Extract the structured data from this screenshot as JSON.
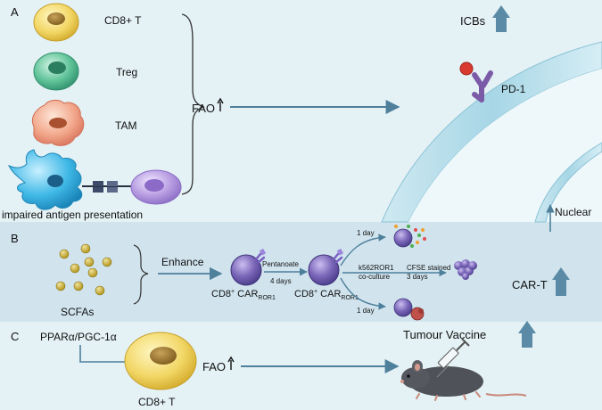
{
  "panels": {
    "a": {
      "letter": "A",
      "cells": [
        "CD8+ T",
        "Treg",
        "TAM"
      ],
      "antigen_caption": "impaired antigen presentation",
      "fao_label": "FAO",
      "icbs_label": "ICBs",
      "pd1_label": "PD-1",
      "nuclear_label": "Nuclear"
    },
    "b": {
      "letter": "B",
      "scfas_label": "SCFAs",
      "enhance_label": "Enhance",
      "car_prefix": "CD8",
      "car_sup": "+",
      "car_mid": " CAR",
      "car_sub": "ROR1",
      "pentanoate": "Pentanoate",
      "four_days": "4 days",
      "one_day": "1 day",
      "k562_line1": "k562ROR1",
      "k562_line2": "co-culture",
      "cfse_line1": "CFSE stained",
      "cfse_line2": "3 days",
      "cart_label": "CAR-T"
    },
    "c": {
      "letter": "C",
      "ppar_label": "PPARα/PGC-1α",
      "fao_label": "FAO",
      "cell_label": "CD8+ T",
      "vaccine_label": "Tumour Vaccine"
    }
  },
  "colors": {
    "panel_a_bg": "#e4f1f5",
    "panel_b_bg": "#d1e4ee",
    "panel_c_bg": "#e4f1f5",
    "arrow": "#4e7f9b",
    "car_cell": "#6c5aa8"
  }
}
